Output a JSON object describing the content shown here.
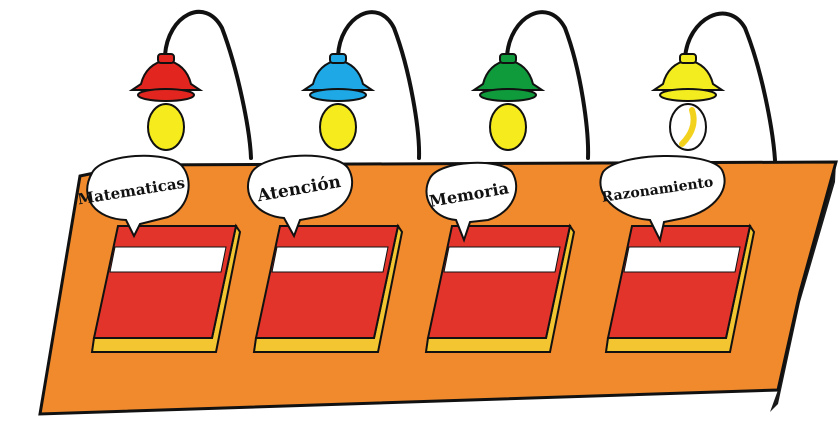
{
  "colors": {
    "desk_top": "#f08a2c",
    "desk_edge": "#1a1a1a",
    "book_cover": "#e2342a",
    "book_band": "#ffffff",
    "book_pages": "#f2c531",
    "bulb": "#f6ec1d",
    "outline": "#111111"
  },
  "stations": [
    {
      "label": "Matematicas",
      "lamp_color": "#e2261f",
      "bulb_icon": "bulb-icon"
    },
    {
      "label": "Atención",
      "lamp_color": "#1ea8e6",
      "bulb_icon": "bulb-icon"
    },
    {
      "label": "Memoria",
      "lamp_color": "#0f9a3c",
      "bulb_icon": "bulb-icon"
    },
    {
      "label": "Razonamiento",
      "lamp_color": "#f3ec1e",
      "bulb_icon": "bulb-filament-icon"
    }
  ]
}
